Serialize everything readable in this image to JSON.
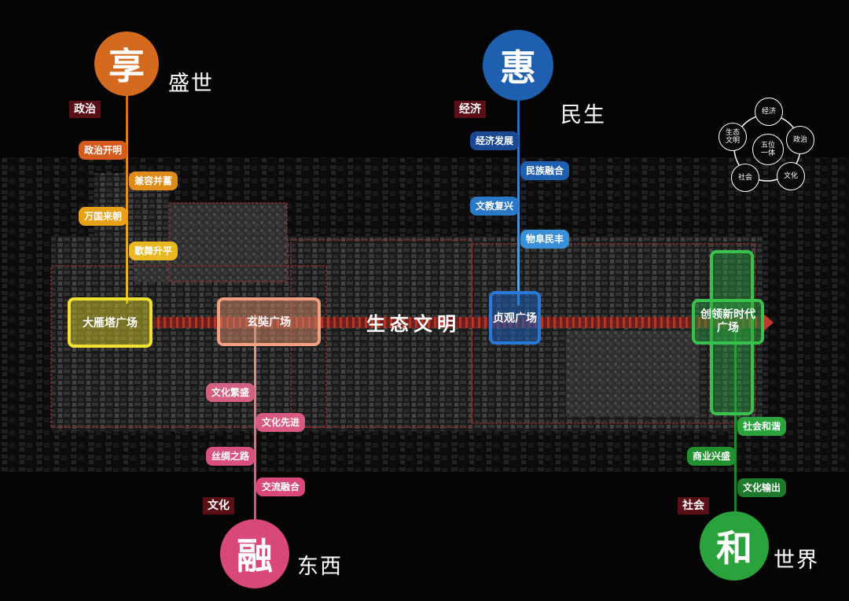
{
  "colors": {
    "politics": "#d46a1e",
    "economy": "#1f5fb0",
    "culture": "#d8487a",
    "society": "#2aa33c",
    "category_bg": "#5a0f16",
    "axis": "#c0392b"
  },
  "politics": {
    "circle_char": "享",
    "slogan": "盛世",
    "category": "政治",
    "items": [
      "政治开明",
      "兼容并蓄",
      "万国来朝",
      "歌舞升平"
    ]
  },
  "economy": {
    "circle_char": "惠",
    "slogan": "民生",
    "category": "经济",
    "items": [
      "经济发展",
      "民族融合",
      "文教复兴",
      "物阜民丰"
    ]
  },
  "culture": {
    "circle_char": "融",
    "slogan": "东西",
    "category": "文化",
    "items": [
      "文化繁盛",
      "文化先进",
      "丝绸之路",
      "交流融合"
    ]
  },
  "society": {
    "circle_char": "和",
    "slogan": "世界",
    "category": "社会",
    "items": [
      "社会和谐",
      "商业兴盛",
      "文化输出"
    ]
  },
  "plazas": {
    "dayanta": "大雁塔广场",
    "xuanzang": "玄奘广场",
    "zhenguan": "贞观广场",
    "chuangling": "创领新时代广场"
  },
  "axis_label": "生态文明",
  "legend": {
    "center": "五位一体",
    "nodes": [
      "经济",
      "政治",
      "文化",
      "社会",
      "生态文明"
    ]
  }
}
